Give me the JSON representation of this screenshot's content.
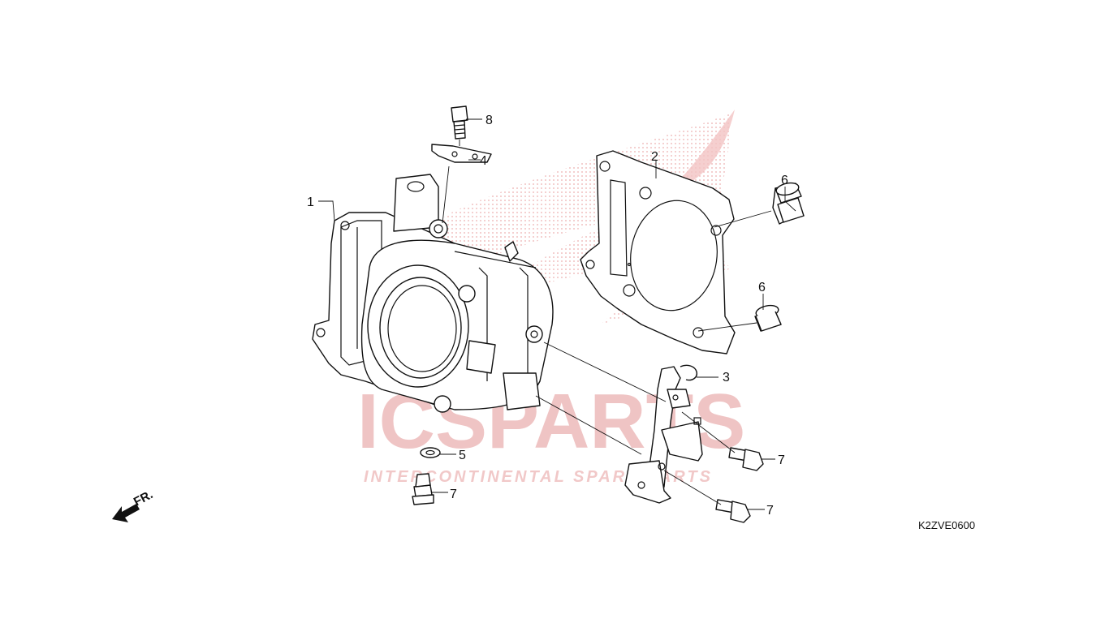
{
  "watermark": {
    "brand": "ICSPARTS",
    "tagline": "INTERCONTINENTAL SPARE PARTS",
    "colors": {
      "brand_red": "#e8a5a5",
      "brand_gray": "#d8d8d8",
      "wing_red": "#f3c3c3"
    }
  },
  "callouts": [
    {
      "id": "1",
      "label": "1",
      "part": "cylinder"
    },
    {
      "id": "2",
      "label": "2",
      "part": "cylinder-gasket"
    },
    {
      "id": "3",
      "label": "3",
      "part": "clip"
    },
    {
      "id": "4",
      "label": "4",
      "part": "plate"
    },
    {
      "id": "5",
      "label": "5",
      "part": "washer"
    },
    {
      "id": "6a",
      "label": "6",
      "part": "dowel-pin"
    },
    {
      "id": "6b",
      "label": "6",
      "part": "dowel-pin"
    },
    {
      "id": "7a",
      "label": "7",
      "part": "flange-bolt"
    },
    {
      "id": "7b",
      "label": "7",
      "part": "flange-bolt"
    },
    {
      "id": "7c",
      "label": "7",
      "part": "flange-bolt"
    },
    {
      "id": "8",
      "label": "8",
      "part": "flange-bolt"
    }
  ],
  "direction": {
    "label": "FR.",
    "icon": "front-direction-arrow-icon"
  },
  "reference_code": "K2ZVE0600"
}
